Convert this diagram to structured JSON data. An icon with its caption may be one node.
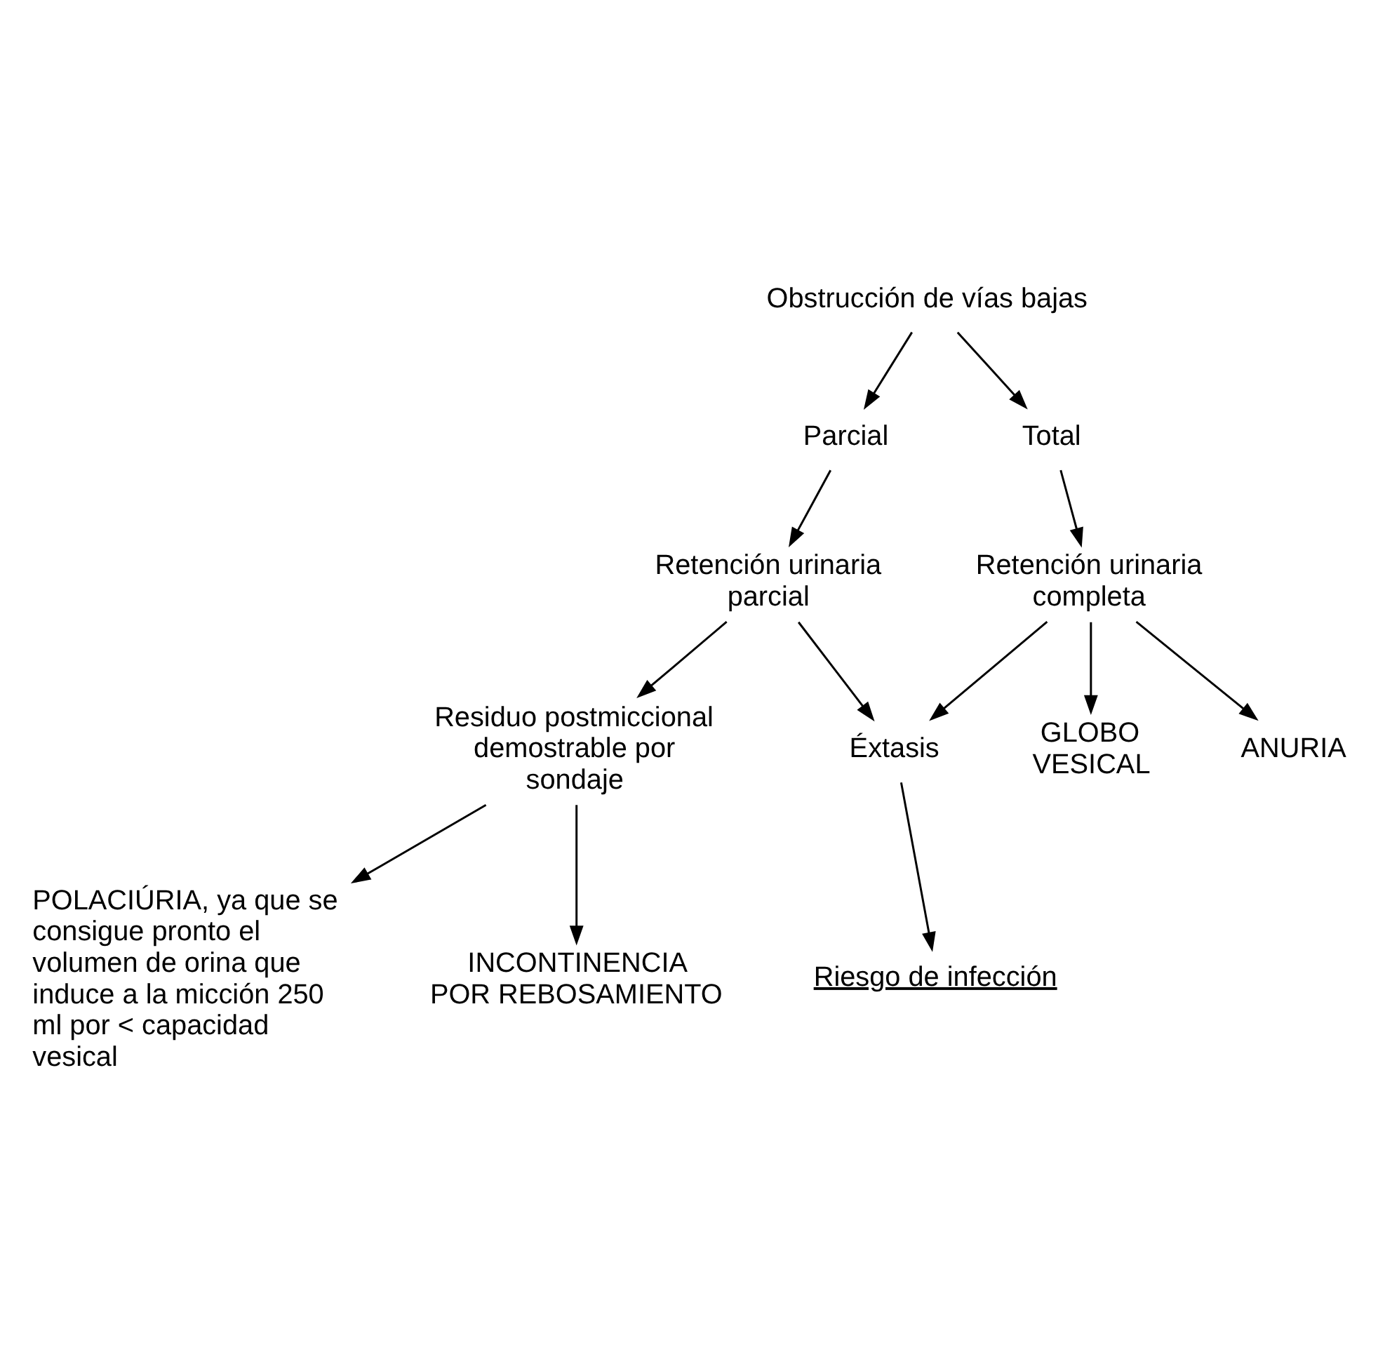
{
  "diagram": {
    "nodes": [
      {
        "text": [
          "Obstrucción de vías bajas"
        ]
      },
      {
        "text": [
          "Parcial"
        ]
      },
      {
        "text": [
          "Total"
        ]
      },
      {
        "text": [
          "Retención urinaria parcial"
        ]
      },
      {
        "text": [
          "Retención urinaria completa"
        ]
      },
      {
        "text": [
          "Éxtasis"
        ]
      },
      {
        "text": [
          "GLOBO VESICAL"
        ]
      },
      {
        "text": [
          "ANURIA"
        ]
      },
      {
        "text": [
          "Residuo postmiccional demostrable por sondaje"
        ]
      },
      {
        "text": [
          "Riesgo de infección"
        ]
      },
      {
        "text": [
          "POLACIÚRIA, ya que se consigue pronto el volumen de orina que induce a la micción 250 ml por < capacidad vesical"
        ]
      },
      {
        "text": [
          "INCONTINENCIA POR REBOSAMIENTO"
        ]
      }
    ],
    "edges": [
      {
        "from": 0,
        "to": 1,
        "arrow": "to"
      },
      {
        "from": 0,
        "to": 2,
        "arrow": "to"
      },
      {
        "from": 1,
        "to": 3,
        "arrow": "to"
      },
      {
        "from": 2,
        "to": 4,
        "arrow": "to"
      },
      {
        "from": 3,
        "to": 5,
        "arrow": "to"
      },
      {
        "from": 4,
        "to": 5,
        "arrow": "to"
      },
      {
        "from": 4,
        "to": 6,
        "arrow": "to"
      },
      {
        "from": 4,
        "to": 7,
        "arrow": "to"
      },
      {
        "from": 3,
        "to": 8,
        "arrow": "to"
      },
      {
        "from": 5,
        "to": 9,
        "arrow": "to"
      },
      {
        "from": 8,
        "to": 10,
        "arrow": "to"
      },
      {
        "from": 8,
        "to": 11,
        "arrow": "to"
      }
    ]
  }
}
